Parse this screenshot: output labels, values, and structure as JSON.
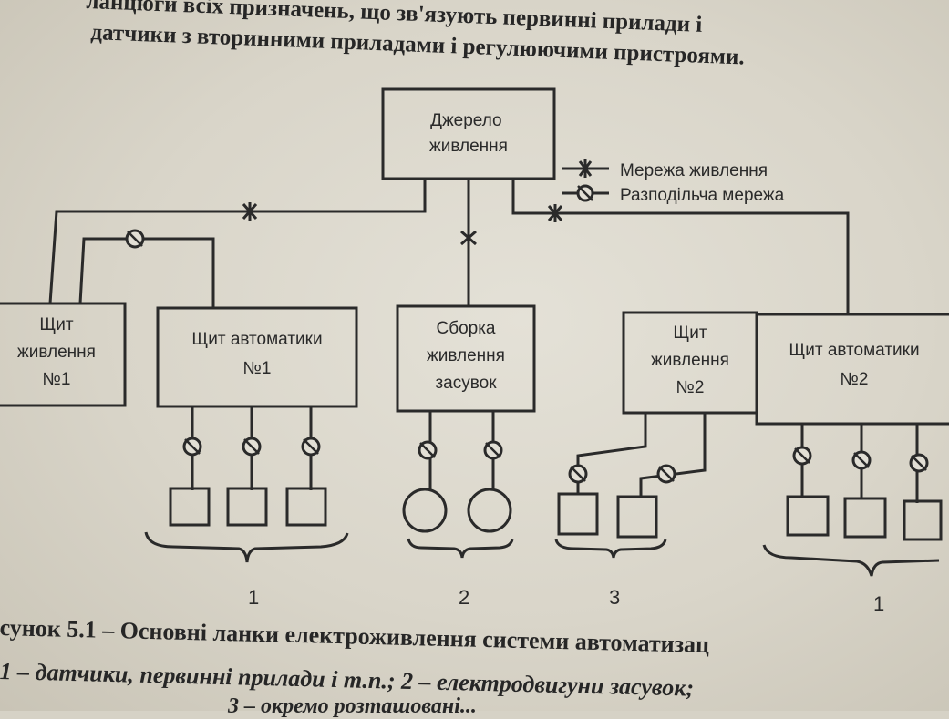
{
  "header": {
    "line1": "ланцюги всіх призначень, що зв'язують первинні прилади і",
    "line2": "датчики з вторинними приладами і регулюючими пристроями."
  },
  "diagram": {
    "source": "Джерело\nживлення",
    "legend": {
      "supply_net": "Мережа живлення",
      "distribution_net": "Разподільча мережа"
    },
    "boxes": {
      "power_panel_1": "Щит\nживлення\n№1",
      "automation_panel_1": "Щит автоматики\n№1",
      "valve_assembly": "Сборка\nживлення\nзасувок",
      "power_panel_2": "Щит\nживлення\n№2",
      "automation_panel_2": "Щит автоматики\n№2"
    },
    "group_labels": [
      "1",
      "2",
      "3",
      "1"
    ]
  },
  "caption": {
    "line1": "сунок 5.1 – Основні ланки електроживлення системи автоматизац",
    "line2": "1 – датчики, первинні прилади і т.п.; 2 – електродвигуни засувок;",
    "line3": "3 – окремо розташовані..."
  },
  "colors": {
    "ink": "#2a2a2a",
    "paper": "#e0ddd3"
  }
}
